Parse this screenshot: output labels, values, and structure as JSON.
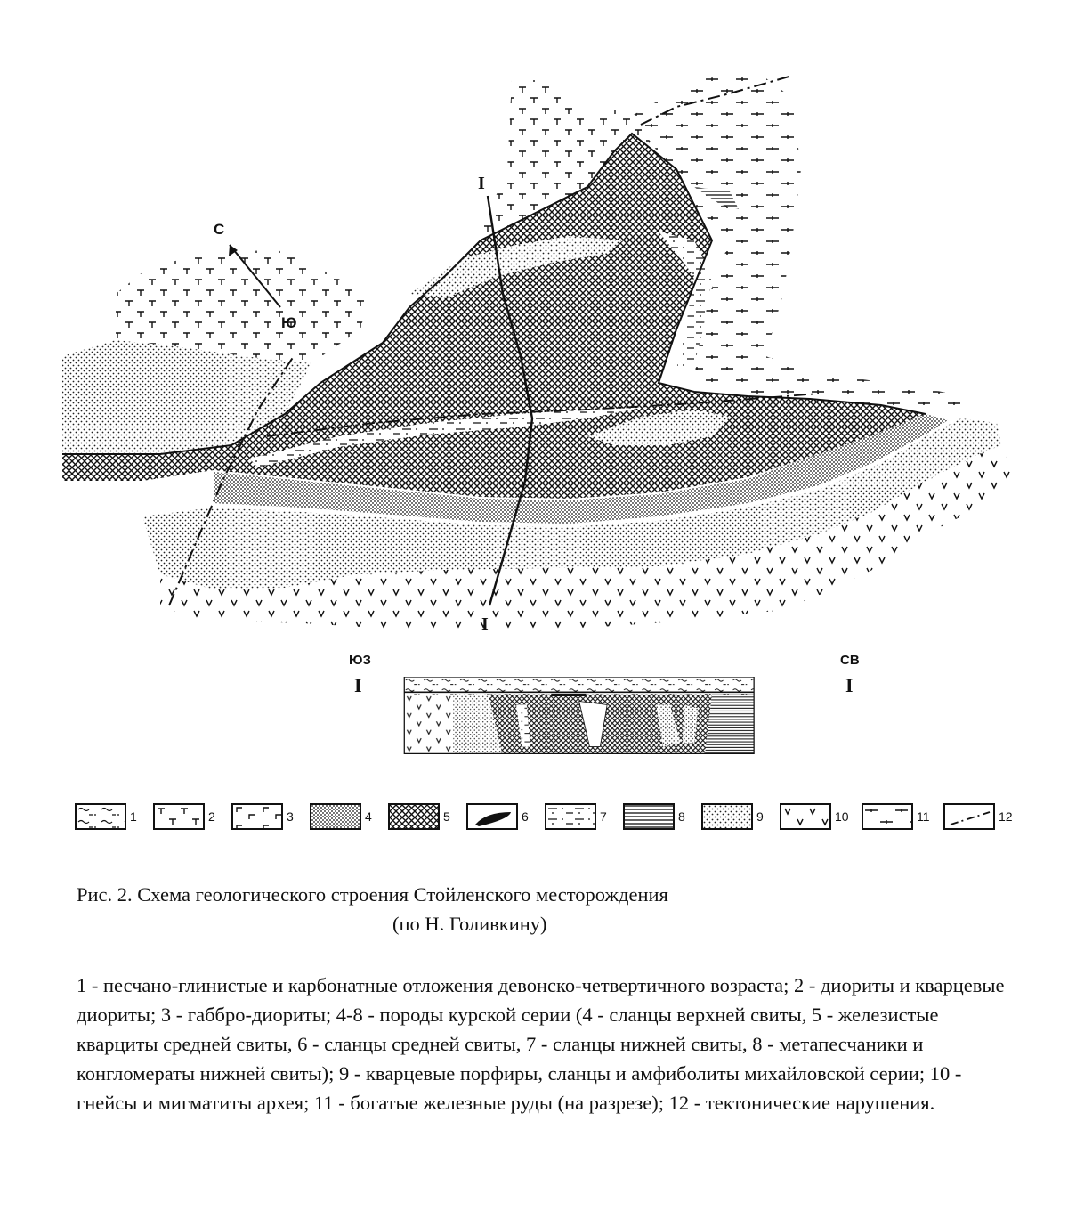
{
  "map": {
    "north_label": "С",
    "south_label": "Ю",
    "section_line_top": "I",
    "section_line_bottom": "I"
  },
  "section": {
    "left_direction": "ЮЗ",
    "right_direction": "СВ",
    "left_mark": "I",
    "right_mark": "I"
  },
  "legend": {
    "items": [
      {
        "num": "1",
        "pattern": "sand-clay"
      },
      {
        "num": "2",
        "pattern": "diorite"
      },
      {
        "num": "3",
        "pattern": "gabbro-diorite"
      },
      {
        "num": "4",
        "pattern": "upper-schist"
      },
      {
        "num": "5",
        "pattern": "ferruginous-quartzite"
      },
      {
        "num": "6",
        "pattern": "middle-schist"
      },
      {
        "num": "7",
        "pattern": "lower-schist"
      },
      {
        "num": "8",
        "pattern": "metasandstone"
      },
      {
        "num": "9",
        "pattern": "quartz-porphyry"
      },
      {
        "num": "10",
        "pattern": "gneiss"
      },
      {
        "num": "11",
        "pattern": "rich-ore"
      },
      {
        "num": "12",
        "pattern": "fault"
      }
    ]
  },
  "caption": {
    "line1": "Рис. 2. Схема геологического строения Стойленского месторождения",
    "line2": "(по Н. Голивкину)"
  },
  "description": {
    "text": "1 - песчано-глинистые и карбонатные отложения девонско-четвертичного возраста; 2 - диориты и кварцевые диориты; 3 - габбро-диориты; 4-8 - породы курской серии (4 - сланцы верхней свиты, 5 - железистые кварциты средней свиты, 6 - сланцы средней свиты, 7 - сланцы нижней свиты, 8 - метапесчаники и конгломераты нижней свиты); 9 - кварцевые порфиры, сланцы и амфиболиты михайловской серии; 10 - гнейсы и мигматиты архея; 11 - богатые железные руды (на разрезе); 12 - тектонические нарушения."
  }
}
